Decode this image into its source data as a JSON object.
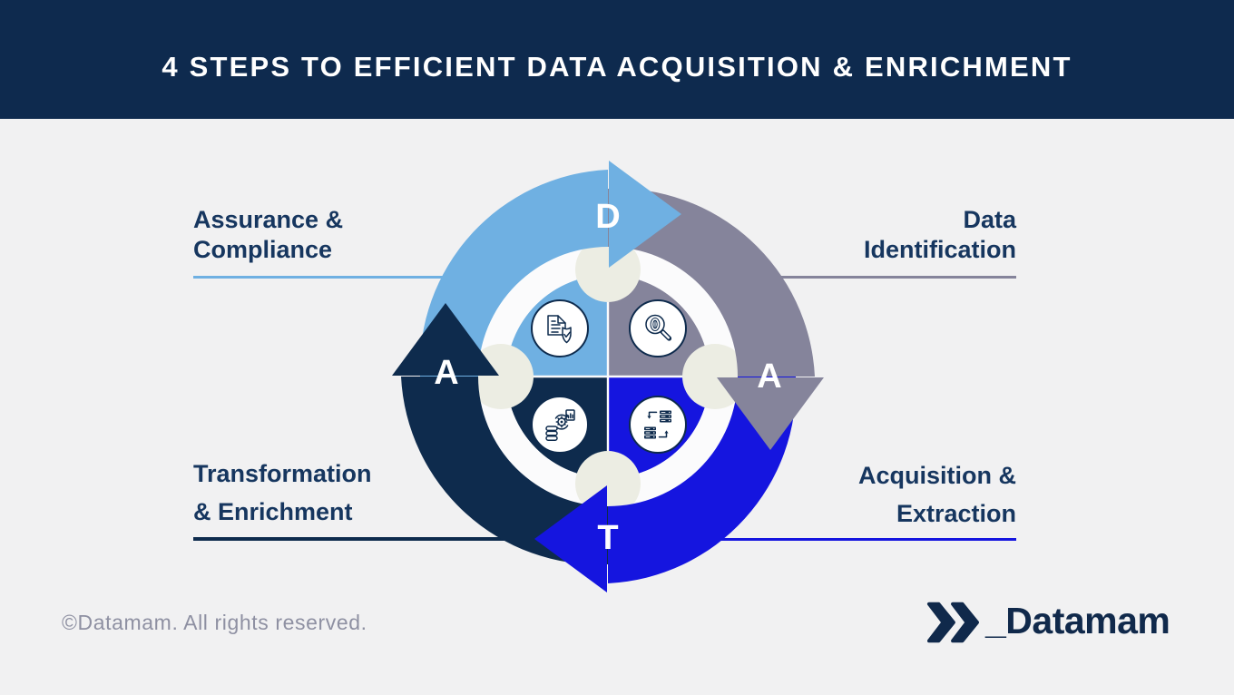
{
  "header": {
    "title": "4 STEPS TO EFFICIENT DATA ACQUISITION & ENRICHMENT"
  },
  "cycle": {
    "acronym": "DATA",
    "steps": [
      {
        "id": "data-identification",
        "letter": "A",
        "line1": "Data",
        "line2": "Identification",
        "position": "top-right",
        "color": "#85849B",
        "icon": "fingerprint-magnifier-icon"
      },
      {
        "id": "acquisition-extraction",
        "letter": "T",
        "line1": "Acquisition &",
        "line2": "Extraction",
        "position": "bottom-right",
        "color": "#1515DF",
        "icon": "server-transfer-icon"
      },
      {
        "id": "transformation-enrichment",
        "letter": "A",
        "line1": "Transformation",
        "line2": "& Enrichment",
        "position": "bottom-left",
        "color": "#0E2B4D",
        "icon": "database-gear-icon"
      },
      {
        "id": "assurance-compliance",
        "letter": "D",
        "line1": "Assurance &",
        "line2": "Compliance",
        "position": "top-left",
        "color": "#6FB0E2",
        "icon": "checklist-shield-icon"
      }
    ]
  },
  "footer": {
    "copyright": "©Datamam. All rights reserved.",
    "brand": "_Datamam"
  },
  "colors": {
    "header_bg": "#0E2A4E",
    "background": "#F1F1F2",
    "lightblue": "#6FB0E2",
    "gray": "#85849B",
    "blue": "#1515DF",
    "navy": "#0E2B4D",
    "label_text": "#16365F",
    "cream": "#ECEDE3",
    "ring": "#FBFBFC",
    "footer_text": "#8E90A2",
    "logo_color": "#10294B"
  }
}
